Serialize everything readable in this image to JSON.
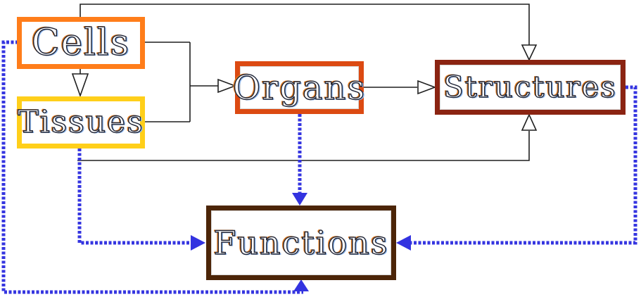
{
  "diagram": {
    "background_color": "#ffffff",
    "boxes": [
      {
        "id": "cells",
        "label": "Cells",
        "border_color": "#FF7D1A"
      },
      {
        "id": "tissues",
        "label": "Tissues",
        "border_color": "#FFCF1A"
      },
      {
        "id": "organs",
        "label": "Organs",
        "border_color": "#DC4A12"
      },
      {
        "id": "structures",
        "label": "Structures",
        "border_color": "#8B2412"
      },
      {
        "id": "functions",
        "label": "Functions",
        "border_color": "#4C2508"
      }
    ],
    "text_effect": {
      "letter_fill": "#ffffff",
      "outline_color": "#1E2335",
      "fringe_left_color": "#E07A1E",
      "fringe_right_color": "#8FB9F0"
    },
    "connectors": {
      "solid_line_color": "#1F1F1F",
      "dashed_line_color": "#3535E0",
      "dashed_arrowhead_color": "#3333E0",
      "solid_relations": [
        {
          "from": "Cells",
          "to": "Structures",
          "via": "top"
        },
        {
          "from": "Cells",
          "to": "Tissues",
          "via": "down"
        },
        {
          "from": "Cells",
          "to": "Organs",
          "via": "merge"
        },
        {
          "from": "Tissues",
          "to": "Organs",
          "via": "merge"
        },
        {
          "from": "Organs",
          "to": "Structures",
          "via": "right"
        },
        {
          "from": "Tissues",
          "to": "Structures",
          "via": "bottom"
        }
      ],
      "dashed_relations": [
        {
          "from": "Organs",
          "to": "Functions",
          "via": "top"
        },
        {
          "from": "Tissues",
          "to": "Functions",
          "via": "left"
        },
        {
          "from": "Structures",
          "to": "Functions",
          "via": "right"
        },
        {
          "from": "Cells",
          "to": "Functions",
          "via": "bottom"
        }
      ]
    }
  }
}
